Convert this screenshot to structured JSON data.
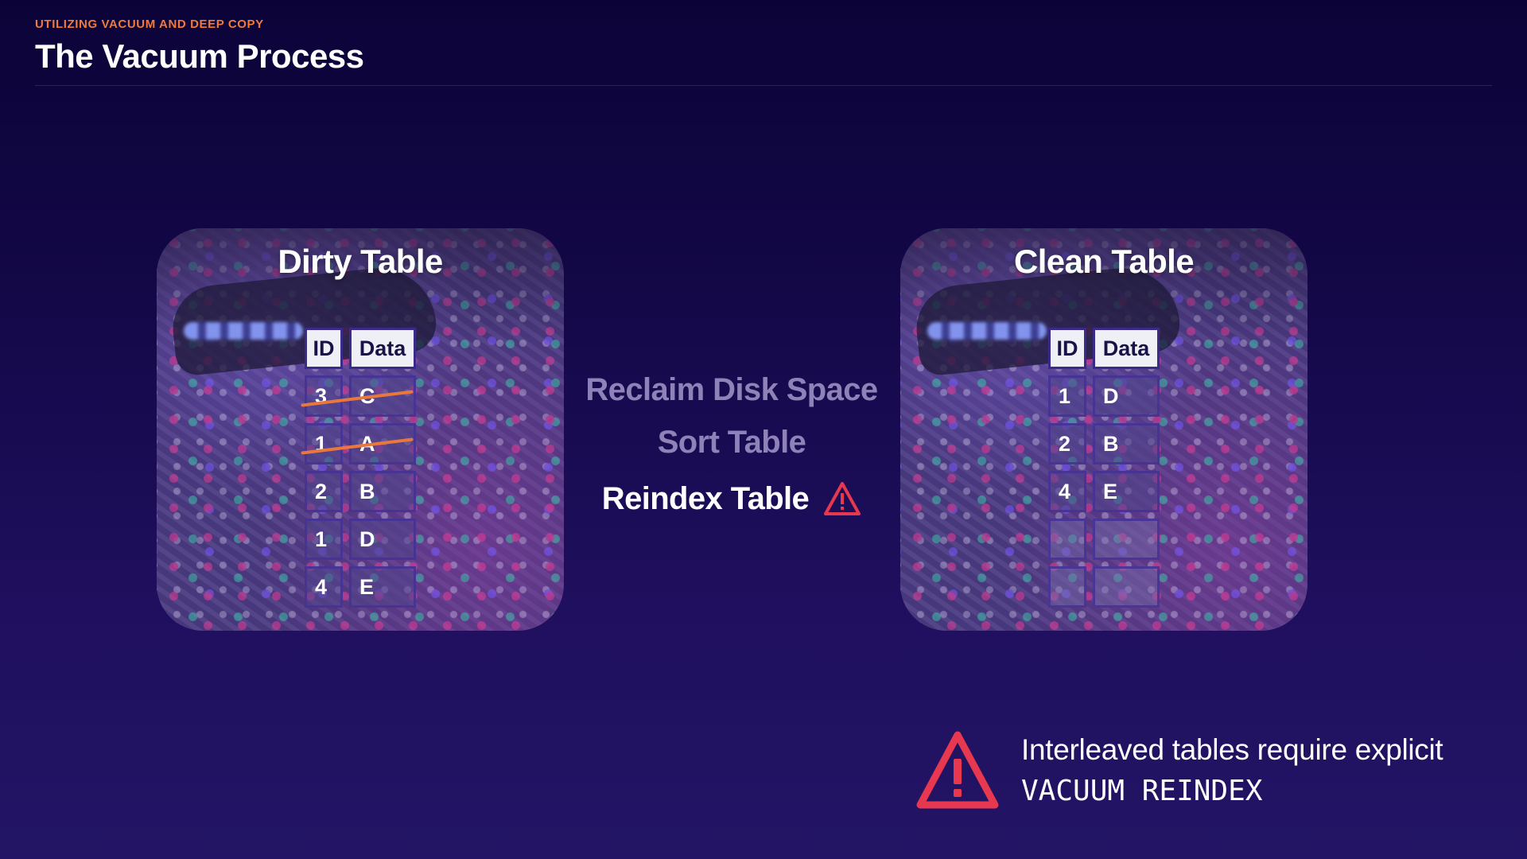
{
  "header": {
    "kicker": "UTILIZING VACUUM AND DEEP COPY",
    "title": "The Vacuum Process"
  },
  "dirty_table": {
    "title": "Dirty Table",
    "col_id": "ID",
    "col_data": "Data",
    "rows": [
      {
        "id": "3",
        "data": "C",
        "struck": true
      },
      {
        "id": "1",
        "data": "A",
        "struck": true
      },
      {
        "id": "2",
        "data": "B",
        "struck": false
      },
      {
        "id": "1",
        "data": "D",
        "struck": false
      },
      {
        "id": "4",
        "data": "E",
        "struck": false
      }
    ]
  },
  "clean_table": {
    "title": "Clean Table",
    "col_id": "ID",
    "col_data": "Data",
    "rows": [
      {
        "id": "1",
        "data": "D"
      },
      {
        "id": "2",
        "data": "B"
      },
      {
        "id": "4",
        "data": "E"
      },
      {
        "id": "",
        "data": ""
      },
      {
        "id": "",
        "data": ""
      }
    ]
  },
  "steps": {
    "reclaim": "Reclaim Disk Space",
    "sort": "Sort Table",
    "reindex": "Reindex Table",
    "reindex_icon": "warning-icon"
  },
  "callout": {
    "icon": "warning-icon",
    "line": "Interleaved tables require explicit",
    "code": "VACUUM REINDEX"
  },
  "colors": {
    "accent_orange": "#f07a3c",
    "warning_red": "#e8384f",
    "background": "#140848"
  }
}
